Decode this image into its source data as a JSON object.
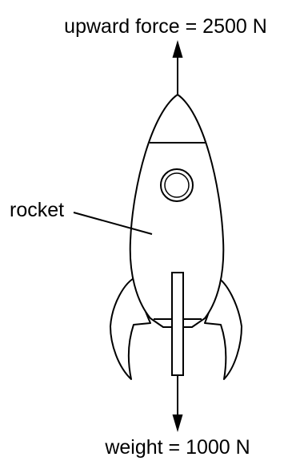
{
  "labels": {
    "upward_force": "upward force = 2500 N",
    "weight": "weight = 1000 N",
    "rocket": "rocket"
  },
  "colors": {
    "stroke": "#000000",
    "background": "#ffffff"
  }
}
